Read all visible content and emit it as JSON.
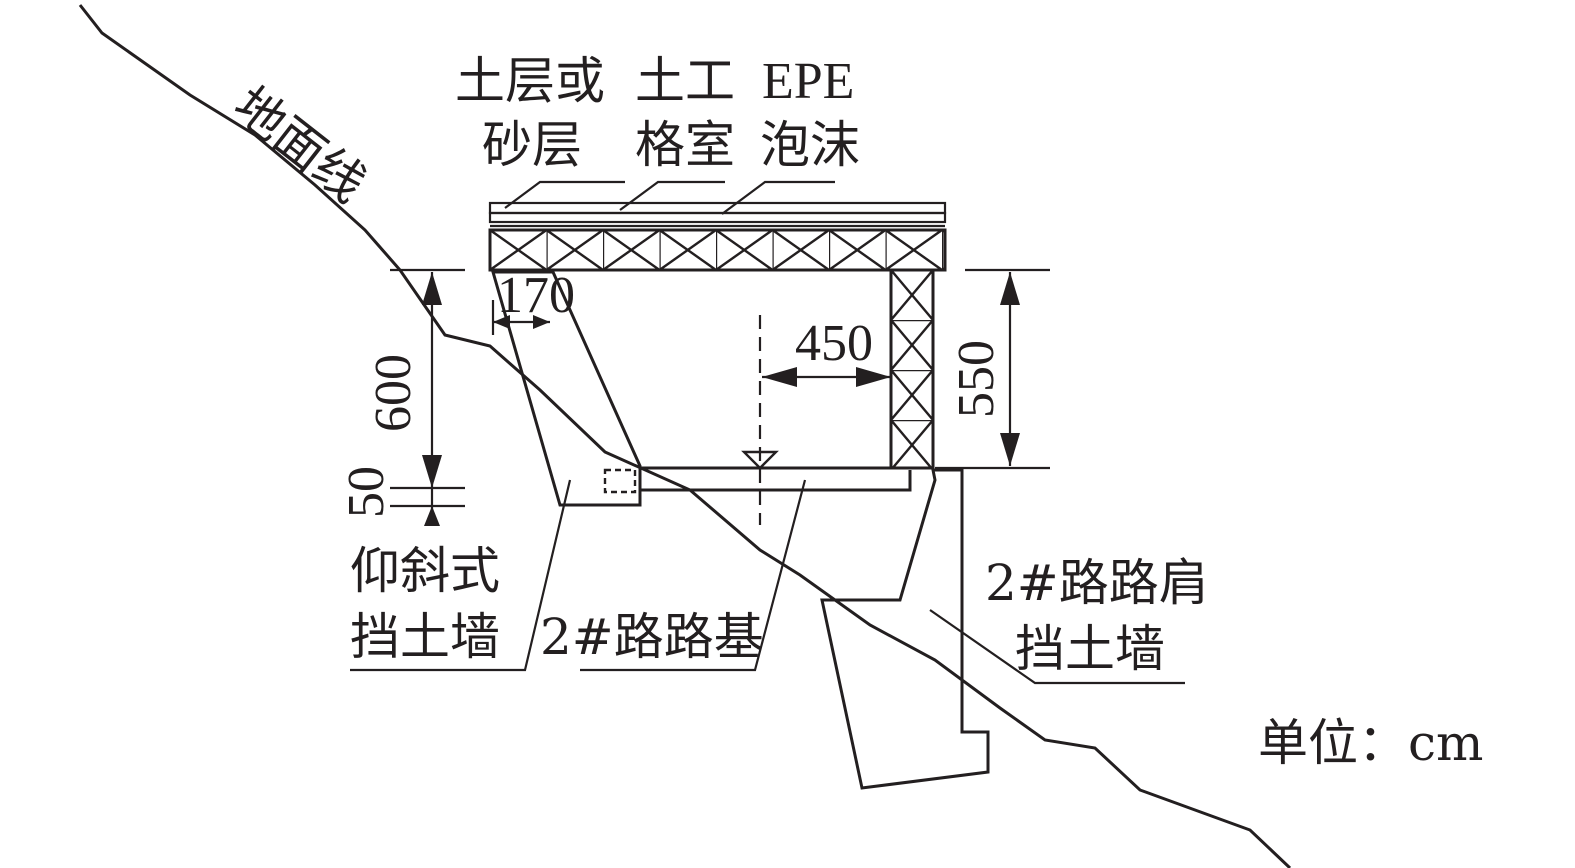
{
  "labels": {
    "ground_line": "地面线",
    "soil_sand_top": "土层或",
    "soil_sand_bottom": "砂层",
    "geocell_top": "土工",
    "geocell_bottom": "格室",
    "epe_top": "EPE",
    "epe_bottom": "泡沫",
    "reverse_wall_top": "仰斜式",
    "reverse_wall_bottom": "挡土墙",
    "subgrade": "2#路路基",
    "shoulder_wall_top": "2#路路肩",
    "shoulder_wall_bottom": "挡土墙",
    "unit": "单位：cm"
  },
  "dimensions": {
    "d170": "170",
    "d450": "450",
    "d600": "600",
    "d550": "550",
    "d50": "50"
  },
  "colors": {
    "line": "#231f20",
    "background": "#ffffff"
  }
}
